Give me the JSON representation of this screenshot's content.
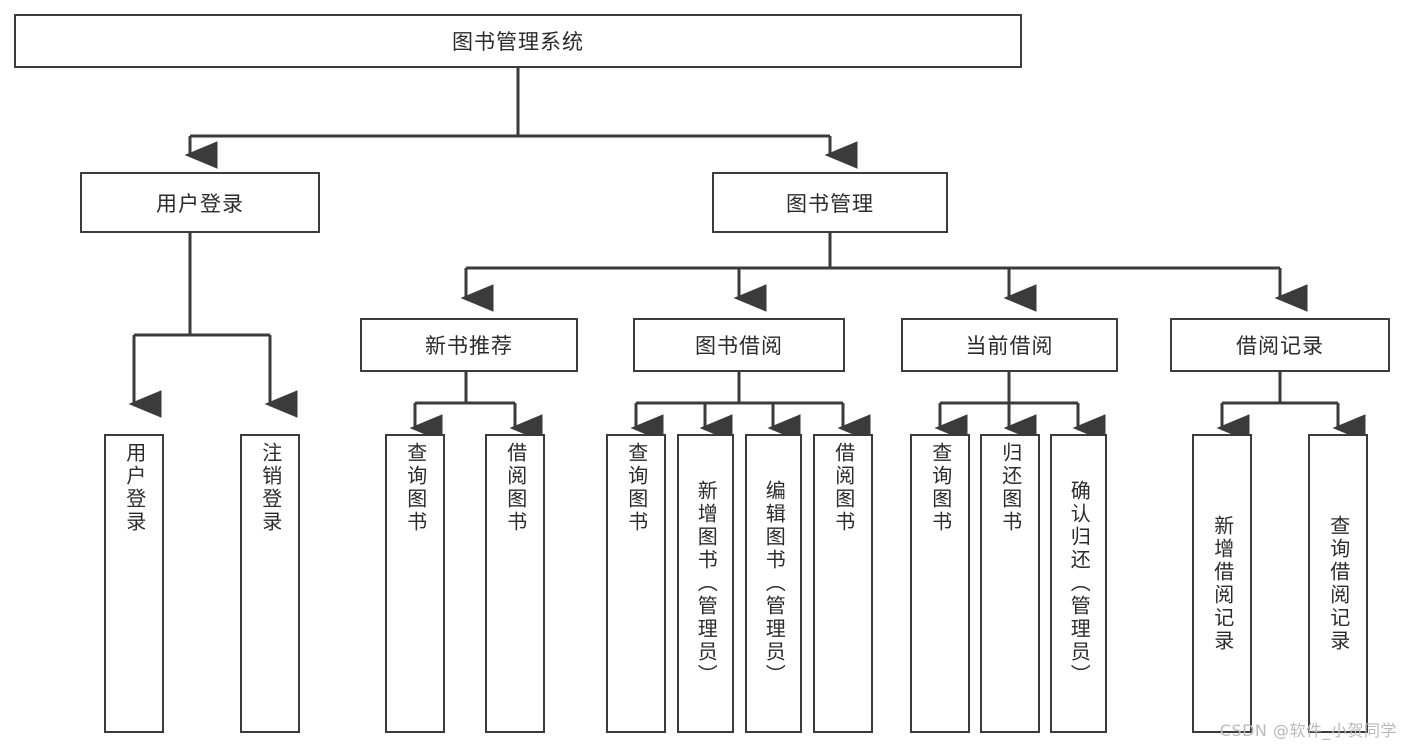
{
  "diagram": {
    "title": "图书管理系统",
    "type": "tree",
    "watermark": "CSDN @软件_小贺同学",
    "colors": {
      "node_border": "#3b3b3b",
      "node_fill": "#ffffff",
      "edge": "#3b3b3b",
      "text": "#2b2b2b",
      "watermark": "#b9b9b9",
      "background": "#ffffff"
    },
    "root": {
      "label": "图书管理系统"
    },
    "level1": [
      {
        "label": "用户登录"
      },
      {
        "label": "图书管理"
      }
    ],
    "level2": [
      {
        "label": "新书推荐"
      },
      {
        "label": "图书借阅"
      },
      {
        "label": "当前借阅"
      },
      {
        "label": "借阅记录"
      }
    ],
    "leaves": {
      "user_login": [
        {
          "label": "用户登录"
        },
        {
          "label": "注销登录"
        }
      ],
      "new_book_recommend": [
        {
          "label": "查询图书"
        },
        {
          "label": "借阅图书"
        }
      ],
      "book_borrow": [
        {
          "label": "查询图书"
        },
        {
          "label": "新增图书（管理员）"
        },
        {
          "label": "编辑图书（管理员）"
        },
        {
          "label": "借阅图书"
        }
      ],
      "current_borrow": [
        {
          "label": "查询图书"
        },
        {
          "label": "归还图书"
        },
        {
          "label": "确认归还（管理员）"
        }
      ],
      "borrow_records": [
        {
          "label": "新增借阅记录"
        },
        {
          "label": "查询借阅记录"
        }
      ]
    }
  }
}
